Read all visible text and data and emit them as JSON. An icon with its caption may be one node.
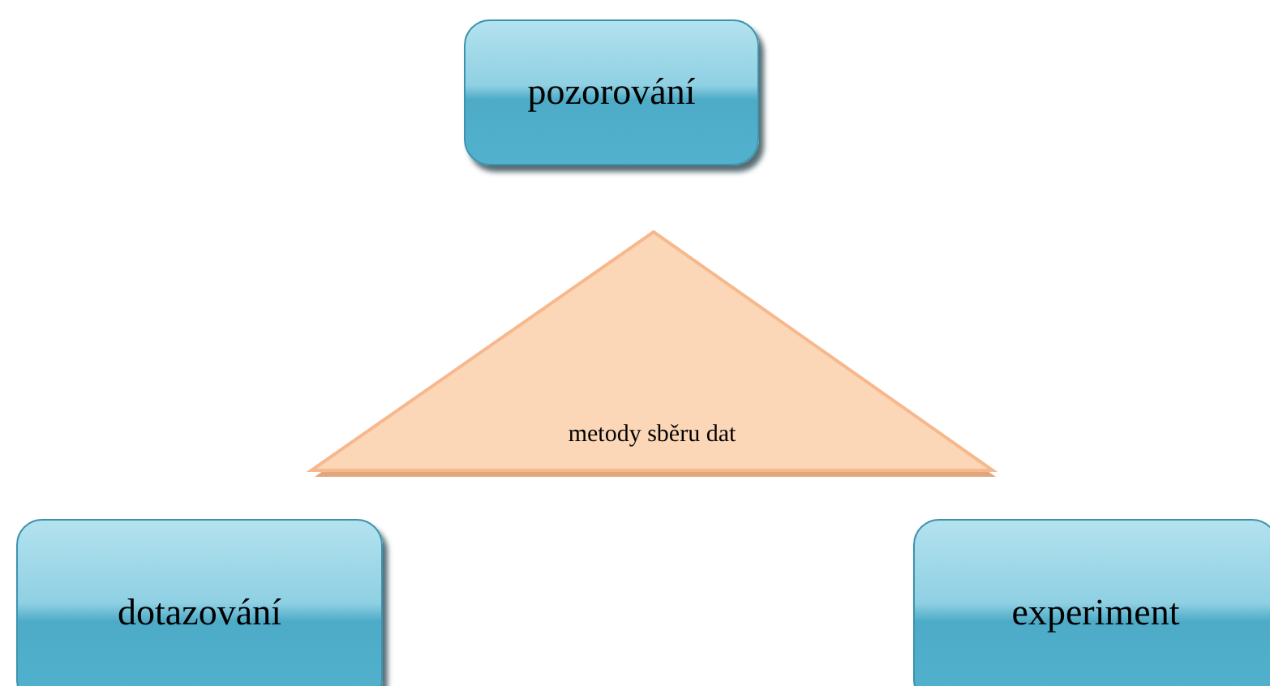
{
  "diagram": {
    "nodes": [
      {
        "text": [
          "pozorování"
        ]
      },
      {
        "text": [
          "metody sběru dat"
        ]
      },
      {
        "text": [
          "dotazování"
        ]
      },
      {
        "text": [
          "experiment"
        ]
      }
    ]
  }
}
